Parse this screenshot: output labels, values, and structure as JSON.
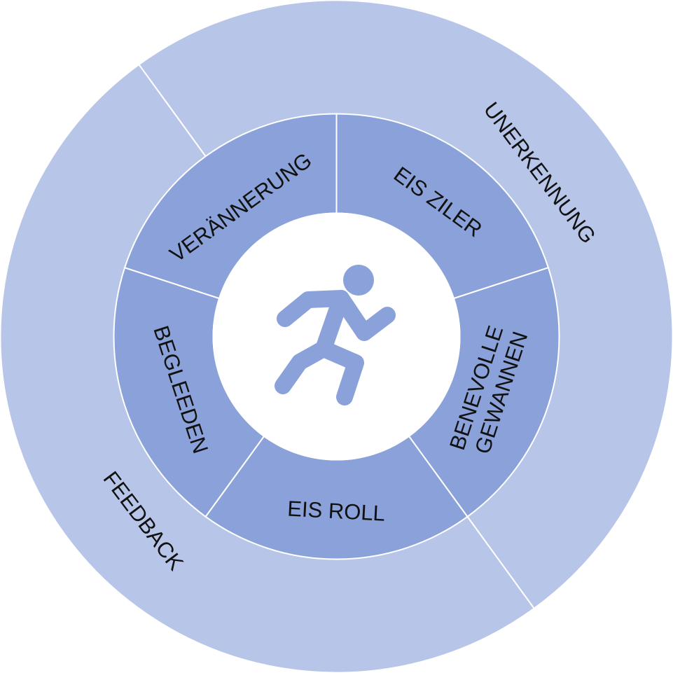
{
  "center_icon": "running-person-icon",
  "colors": {
    "outer_ring": "#b7c5e8",
    "inner_ring": "#8aa2d9",
    "icon": "#8aa2d9",
    "divider": "#ffffff",
    "text": "#111111"
  },
  "outer_ring": [
    {
      "label": "UNERKENNUNG"
    },
    {
      "label": "FEEDBACK"
    }
  ],
  "inner_ring": [
    {
      "label": "EIS ZILER"
    },
    {
      "label_line1": "BENEVOLLE",
      "label_line2": "GEWANNEN"
    },
    {
      "label": "EIS ROLL"
    },
    {
      "label": "BEGLEEDEN"
    },
    {
      "label": "VERÄNNERUNG"
    }
  ]
}
